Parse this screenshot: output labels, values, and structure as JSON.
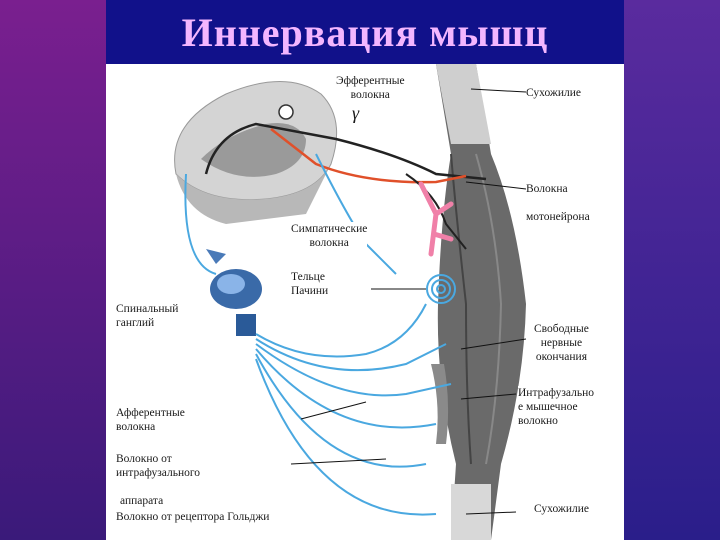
{
  "title": "Иннервация мышц",
  "labels": {
    "efferent": [
      "Эфферентные",
      "волокна"
    ],
    "gamma": "γ",
    "tendon_top": "Сухожилие",
    "motor_fibers": [
      "Волокна",
      "мотонейрона"
    ],
    "sympathetic": [
      "Симпатические",
      "волокна"
    ],
    "pacini": [
      "Тельце",
      "Пачини"
    ],
    "spinal_ganglion": [
      "Спинальный",
      "ганглий"
    ],
    "free_endings": [
      "Свободные",
      "нервные",
      "окончания"
    ],
    "intrafusal": [
      "Интрафузально",
      "е мышечное",
      "волокно"
    ],
    "afferent": [
      "Афферентные",
      "волокна"
    ],
    "from_intrafusal": [
      "Волокно  от",
      "интрафузального"
    ],
    "apparatus": "аппарата",
    "golgi": "Волокно от рецептора Гольджи",
    "tendon_bottom": "Сухожилие"
  },
  "colors": {
    "title_bar": "#11118a",
    "title_text": "#f3b6ff",
    "nerve_blue": "#4aa8e0",
    "efferent_orange": "#e0502a",
    "sympathetic_pink": "#f080a8",
    "muscle": "#5a5a5a"
  }
}
